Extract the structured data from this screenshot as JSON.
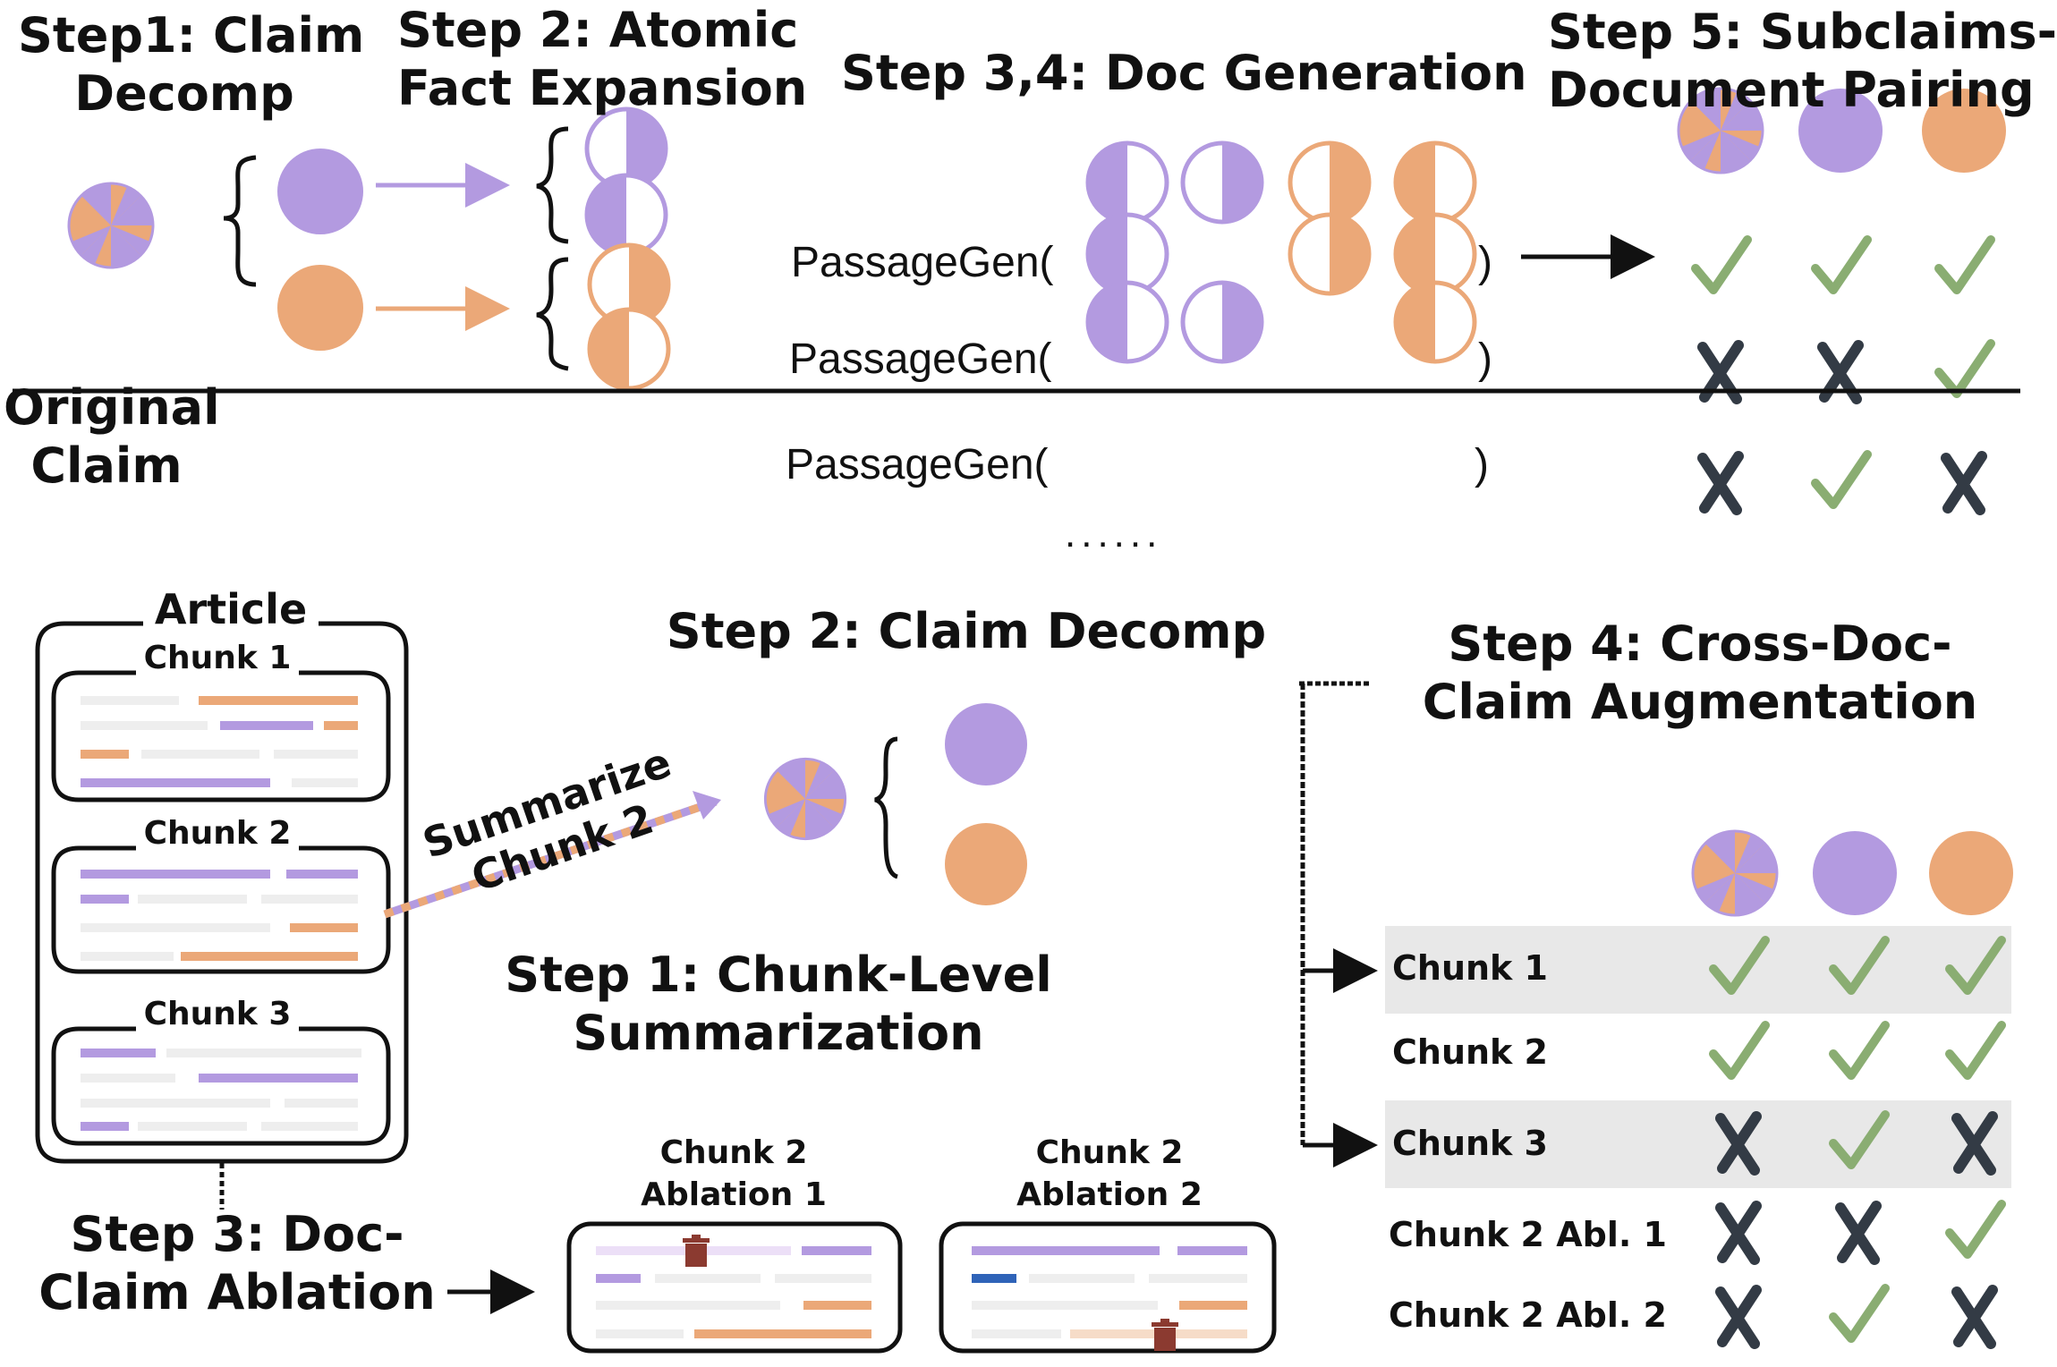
{
  "top": {
    "step1": [
      "Step1: Claim",
      "Decomp"
    ],
    "step2": [
      "Step 2: Atomic",
      "Fact Expansion"
    ],
    "step34": "Step 3,4: Doc Generation",
    "step5": [
      "Step 5: Subclaims-",
      "Document Pairing"
    ],
    "original_claim": [
      "Original",
      "Claim"
    ],
    "passage_fn": "PassageGen(",
    "close_paren": ")",
    "ellipsis": "......",
    "pairing_rows": [
      [
        "check",
        "check",
        "check"
      ],
      [
        "cross",
        "cross",
        "check"
      ],
      [
        "cross",
        "check",
        "cross"
      ]
    ]
  },
  "bottom": {
    "article_title": "Article",
    "chunks": [
      "Chunk 1",
      "Chunk 2",
      "Chunk 3"
    ],
    "summarize": [
      "Summarize",
      "Chunk 2"
    ],
    "step2": "Step 2: Claim Decomp",
    "step1": [
      "Step 1:  Chunk-Level",
      "Summarization"
    ],
    "step3": [
      "Step 3: Doc-",
      "Claim Ablation"
    ],
    "ablation1": [
      "Chunk 2",
      "Ablation 1"
    ],
    "ablation2": [
      "Chunk 2",
      "Ablation 2"
    ],
    "step4": [
      "Step 4: Cross-Doc-",
      "Claim Augmentation"
    ],
    "table_rows": [
      {
        "label": "Chunk 1",
        "marks": [
          "check",
          "check",
          "check"
        ],
        "highlight": true
      },
      {
        "label": "Chunk 2",
        "marks": [
          "check",
          "check",
          "check"
        ],
        "highlight": false
      },
      {
        "label": "Chunk 3",
        "marks": [
          "cross",
          "check",
          "cross"
        ],
        "highlight": true
      },
      {
        "label": "Chunk 2 Abl. 1",
        "marks": [
          "cross",
          "cross",
          "check"
        ],
        "highlight": false
      },
      {
        "label": "Chunk 2 Abl. 2",
        "marks": [
          "cross",
          "check",
          "cross"
        ],
        "highlight": false
      }
    ]
  },
  "colors": {
    "purple": "#b39ae0",
    "orange": "#eba878",
    "check": "#8aad72",
    "cross": "#333b45",
    "highlight": "#e8e8e8",
    "trash": "#8b3a30",
    "blue": "#2f63b8"
  }
}
